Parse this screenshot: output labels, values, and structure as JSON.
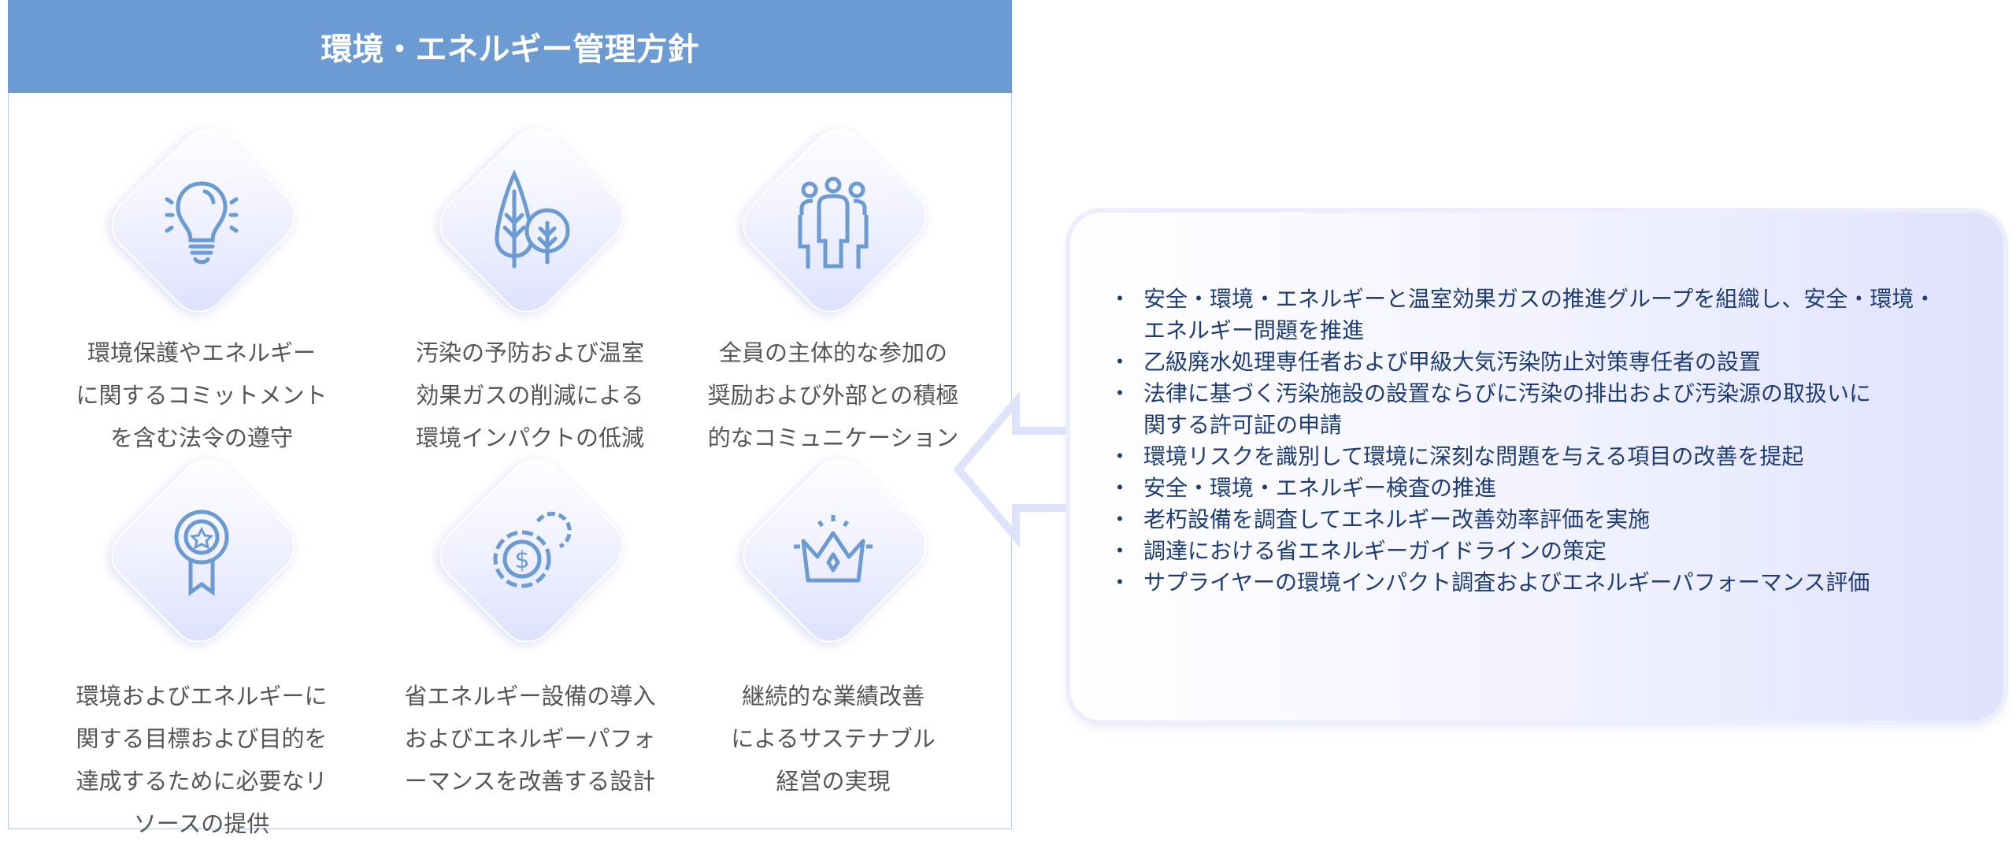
{
  "header": {
    "title": "環境・エネルギー管理方針"
  },
  "items": [
    {
      "icon": "lightbulb-icon",
      "lines": [
        "環境保護やエネルギー",
        "に関するコミットメント",
        "を含む法令の遵守"
      ]
    },
    {
      "icon": "trees-icon",
      "lines": [
        "汚染の予防および温室",
        "効果ガスの削減による",
        "環境インパクトの低減"
      ]
    },
    {
      "icon": "people-icon",
      "lines": [
        "全員の主体的な参加の",
        "奨励および外部との積極",
        "的なコミュニケーション"
      ]
    },
    {
      "icon": "award-medal-icon",
      "lines": [
        "環境およびエネルギーに",
        "関する目標および目的を",
        "達成するために必要なリ",
        "ソースの提供"
      ]
    },
    {
      "icon": "gear-dollar-icon",
      "lines": [
        "省エネルギー設備の導入",
        "およびエネルギーパフォ",
        "ーマンスを改善する設計"
      ]
    },
    {
      "icon": "crown-icon",
      "lines": [
        "継続的な業績改善",
        "によるサステナブル",
        "経営の実現"
      ]
    }
  ],
  "bullet_symbol": "・",
  "actions": [
    [
      "安全・環境・エネルギーと温室効果ガスの推進グループを組織し、安全・環境・",
      "エネルギー問題を推進"
    ],
    [
      "乙級廃水処理専任者および甲級大気汚染防止対策専任者の設置"
    ],
    [
      "法律に基づく汚染施設の設置ならびに汚染の排出および汚染源の取扱いに",
      "関する許可証の申請"
    ],
    [
      "環境リスクを識別して環境に深刻な問題を与える項目の改善を提起"
    ],
    [
      "安全・環境・エネルギー検査の推進"
    ],
    [
      "老朽設備を調査してエネルギー改善効率評価を実施"
    ],
    [
      "調達における省エネルギーガイドラインの策定"
    ],
    [
      "サプライヤーの環境インパクト調査およびエネルギーパフォーマンス評価"
    ]
  ],
  "colors": {
    "header": "#6b9bd2",
    "icon": "#6b9bd2",
    "bullet_text": "#1d3d74",
    "caption_text": "#555555"
  }
}
